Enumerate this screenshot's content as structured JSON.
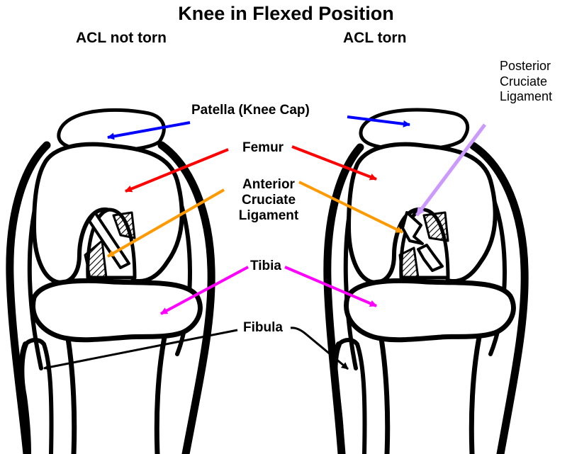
{
  "title": "Knee in Flexed Position",
  "panels": {
    "left": "ACL not torn",
    "right": "ACL torn"
  },
  "labels": {
    "patella": "Patella (Knee Cap)",
    "femur": "Femur",
    "acl_line1": "Anterior",
    "acl_line2": "Cruciate",
    "acl_line3": "Ligament",
    "tibia": "Tibia",
    "fibula": "Fibula",
    "pcl_line1": "Posterior",
    "pcl_line2": "Cruciate",
    "pcl_line3": "Ligament"
  },
  "colors": {
    "patella_arrow": "#0000ff",
    "femur_arrow": "#ff0000",
    "acl_arrow": "#ff9900",
    "tibia_arrow": "#ff00ff",
    "fibula_arrow": "#000000",
    "pcl_arrow": "#cc99ff"
  }
}
